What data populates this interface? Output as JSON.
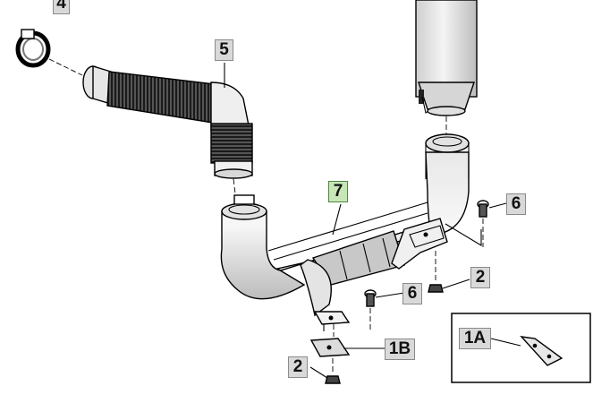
{
  "callouts": {
    "c4": "4",
    "c5": "5",
    "c7": "7",
    "c6_upper": "6",
    "c6_lower": "6",
    "c2_right": "2",
    "c2_lower": "2",
    "c1b": "1B",
    "c1a": "1A"
  },
  "colors": {
    "callout_bg": "#d9d9d9",
    "callout_highlight_bg": "#c8e6b8",
    "line": "#000000"
  }
}
